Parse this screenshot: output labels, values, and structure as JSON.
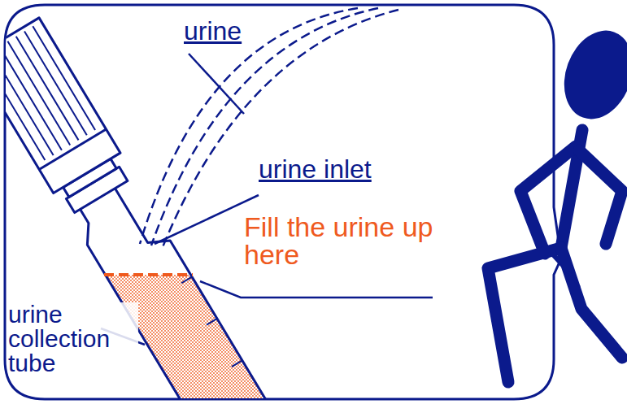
{
  "diagram": {
    "labels": [
      "urine",
      "urine inlet",
      "Fill the urine up here",
      "urine collection tube"
    ]
  }
}
